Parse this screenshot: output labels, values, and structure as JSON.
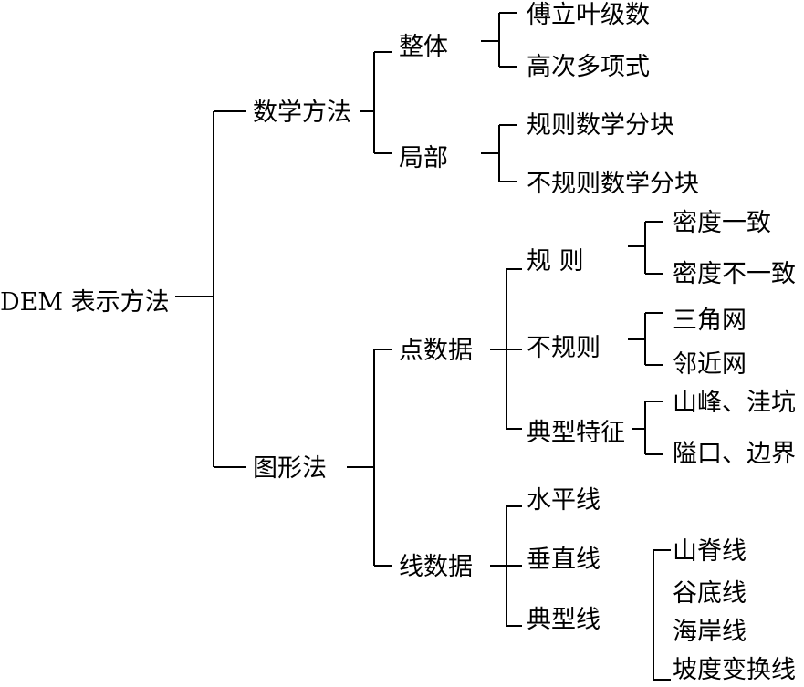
{
  "colors": {
    "line": "#000000",
    "text": "#000000",
    "background": "#ffffff"
  },
  "root": "DEM 表示方法",
  "math_method": {
    "label": "数学方法",
    "global": {
      "label": "整体",
      "items": [
        "傅立叶级数",
        "高次多项式"
      ]
    },
    "local": {
      "label": "局部",
      "items": [
        "规则数学分块",
        "不规则数学分块"
      ]
    }
  },
  "graphic_method": {
    "label": "图形法",
    "point_data": {
      "label": "点数据",
      "regular": {
        "label": "规 则",
        "items": [
          "密度一致",
          "密度不一致"
        ]
      },
      "irregular": {
        "label": "不规则",
        "items": [
          "三角网",
          "邻近网"
        ]
      },
      "typical_features": {
        "label": "典型特征",
        "items": [
          "山峰、洼坑",
          "隘口、边界"
        ]
      }
    },
    "line_data": {
      "label": "线数据",
      "items": [
        "水平线",
        "垂直线",
        "典型线"
      ],
      "typical_lines": [
        "山脊线",
        "谷底线",
        "海岸线",
        "坡度变换线"
      ]
    }
  }
}
